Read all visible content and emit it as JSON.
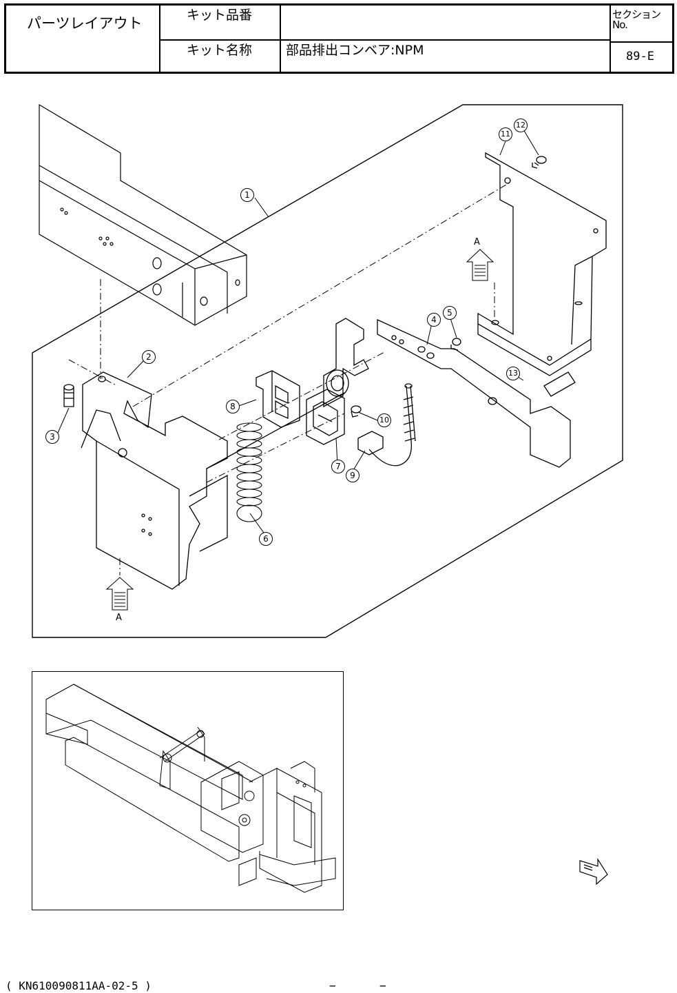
{
  "header": {
    "title": "パーツレイアウト",
    "kit_number_label": "キット品番",
    "kit_number_value": "",
    "kit_name_label": "キット名称",
    "kit_name_value": "部品排出コンベア:NPM",
    "section_label": "セクションNo.",
    "section_value": "89-E"
  },
  "diagram": {
    "callouts": [
      "1",
      "2",
      "3",
      "4",
      "5",
      "6",
      "7",
      "8",
      "9",
      "10",
      "11",
      "12",
      "13"
    ],
    "view_arrow_label": "A"
  },
  "footer": {
    "doc_code": "( KN610090811AA-02-5 )",
    "dash_left": "−",
    "dash_right": "−"
  }
}
